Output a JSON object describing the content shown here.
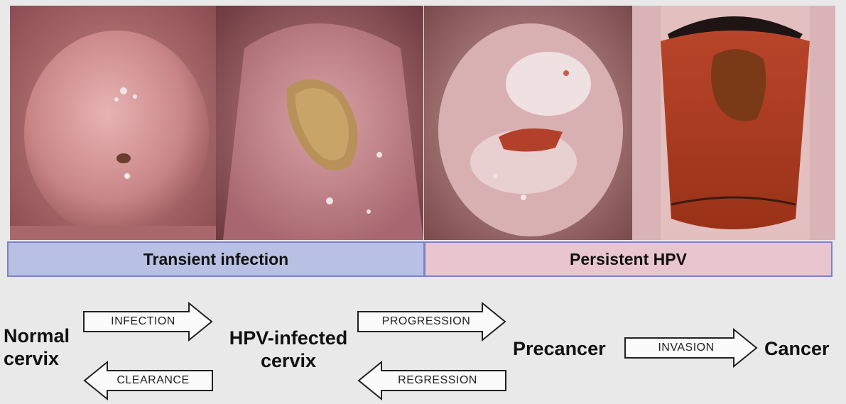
{
  "panels": [
    {
      "id": "normal-cervix-photo"
    },
    {
      "id": "hpv-infected-photo"
    },
    {
      "id": "precancer-photo"
    },
    {
      "id": "cancer-photo"
    }
  ],
  "bands": {
    "transient": "Transient infection",
    "persistent": "Persistent HPV"
  },
  "stages": {
    "normal_line1": "Normal",
    "normal_line2": "cervix",
    "hpv_line1": "HPV-infected",
    "hpv_line2": "cervix",
    "precancer": "Precancer",
    "cancer": "Cancer"
  },
  "arrows": {
    "infection": "INFECTION",
    "clearance": "CLEARANCE",
    "progression": "PROGRESSION",
    "regression": "REGRESSION",
    "invasion": "INVASION"
  },
  "colors": {
    "transient_band": "#b8c1e3",
    "persistent_band": "#e9c5cd",
    "band_border": "#7b82c9"
  }
}
